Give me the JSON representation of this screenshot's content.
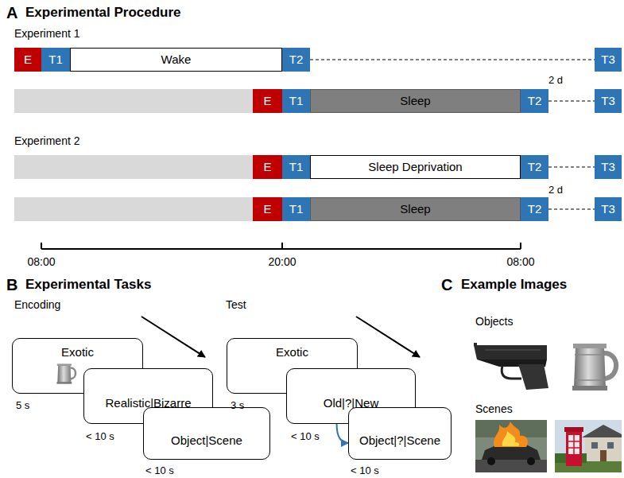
{
  "diagram": {
    "nodes": [
      {
        "text": [
          "E"
        ]
      },
      {
        "text": [
          "T1"
        ]
      },
      {
        "text": [
          "Wake"
        ]
      },
      {
        "text": [
          "T2"
        ]
      },
      {
        "text": [
          "T3"
        ]
      },
      {
        "text": [
          "E"
        ]
      },
      {
        "text": [
          "T1"
        ]
      },
      {
        "text": [
          "Sleep"
        ]
      },
      {
        "text": [
          "T2"
        ]
      },
      {
        "text": [
          "T3"
        ]
      },
      {
        "text": [
          "E"
        ]
      },
      {
        "text": [
          "T1"
        ]
      },
      {
        "text": [
          "Sleep Deprivation"
        ]
      },
      {
        "text": [
          "T2"
        ]
      },
      {
        "text": [
          "T3"
        ]
      },
      {
        "text": [
          "E"
        ]
      },
      {
        "text": [
          "T1"
        ]
      },
      {
        "text": [
          "Sleep"
        ]
      },
      {
        "text": [
          "T2"
        ]
      },
      {
        "text": [
          "T3"
        ]
      },
      {
        "text": [
          "Exotic"
        ]
      },
      {
        "text": [
          "Realistic|Bizarre"
        ]
      },
      {
        "text": [
          "Object|Scene"
        ]
      },
      {
        "text": [
          "Exotic"
        ]
      },
      {
        "text": [
          "Old|?|New"
        ]
      },
      {
        "text": [
          "Object|?|Scene"
        ]
      }
    ],
    "edges": [
      {
        "from": 3,
        "to": 4,
        "arrow": "none"
      },
      {
        "from": 8,
        "to": 9,
        "arrow": "none"
      },
      {
        "from": 13,
        "to": 14,
        "arrow": "none"
      },
      {
        "from": 18,
        "to": 19,
        "arrow": "none"
      },
      {
        "from": 24,
        "to": 25,
        "arrow": "to"
      }
    ],
    "labels": [
      "A",
      "Experimental Procedure",
      "Experiment 1",
      "2 d",
      "Experiment 2",
      "2 d",
      "08:00",
      "20:00",
      "08:00",
      "B",
      "Experimental Tasks",
      "Encoding",
      "5 s",
      "< 10 s",
      "< 10 s",
      "Test",
      "3 s",
      "< 10 s",
      "< 10 s",
      "C",
      "Example Images",
      "Objects",
      "Scenes"
    ]
  }
}
